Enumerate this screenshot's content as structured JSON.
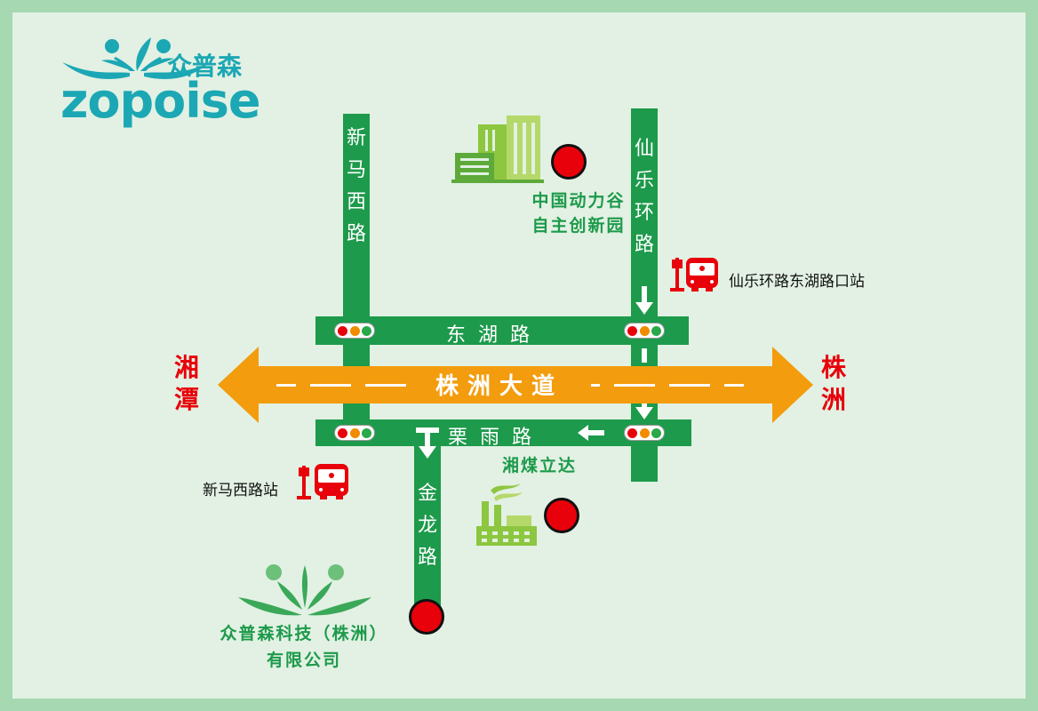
{
  "logo": {
    "cn": "众普森",
    "en": "zopoise"
  },
  "roads": {
    "xinma_west": [
      "新",
      "马",
      "西",
      "路"
    ],
    "xianle_ring": [
      "仙",
      "乐",
      "环",
      "路"
    ],
    "jinlong": [
      "金",
      "龙",
      "路"
    ],
    "donghu": "东湖路",
    "liyu": "栗雨路",
    "zhuzhou_avenue": "株洲大道"
  },
  "cities": {
    "west": [
      "湘",
      "潭"
    ],
    "east": [
      "株",
      "洲"
    ]
  },
  "pois": {
    "power_valley": [
      "中国动力谷",
      "自主创新园"
    ],
    "xiangmei": "湘煤立达",
    "company": [
      "众普森科技（株洲）",
      "有限公司"
    ]
  },
  "bus_stops": {
    "xianle": "仙乐环路东湖路口站",
    "xinma": "新马西路站"
  },
  "colors": {
    "road": "#1d9a4b",
    "avenue": "#f39c0d",
    "marker": "#e8000a",
    "city": "#e8000a",
    "light_red": "#e8000a",
    "light_yellow": "#f08c00",
    "light_green": "#2aa84a"
  }
}
